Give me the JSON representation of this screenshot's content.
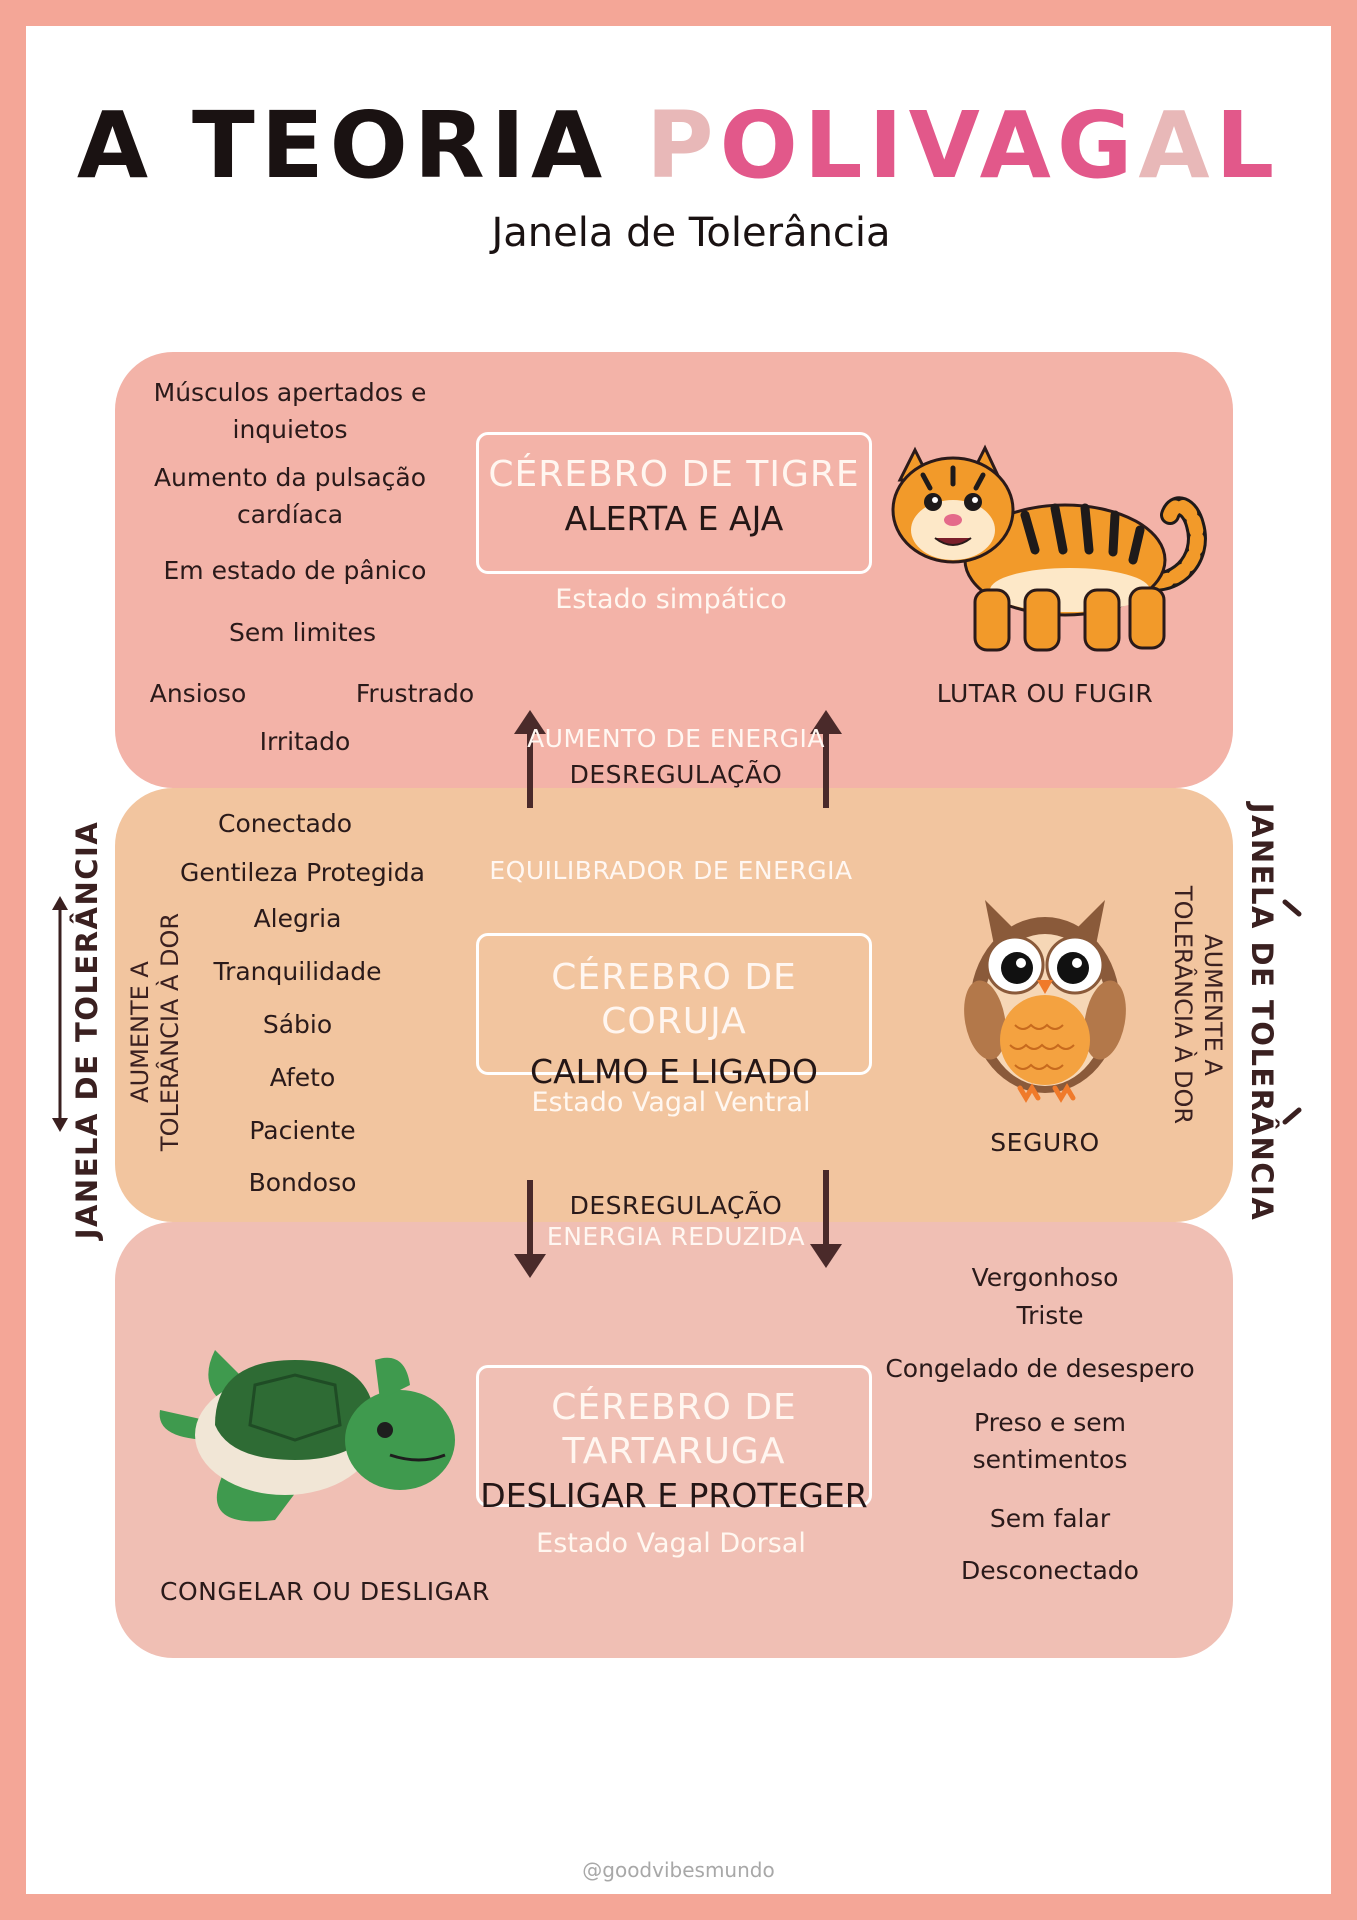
{
  "title": {
    "part1": "A TEORIA ",
    "part2": "P",
    "part3": "OLIVAG",
    "part4": "A",
    "part5": "L"
  },
  "subtitle": "Janela de Tolerância",
  "tiger": {
    "box_title": "CÉREBRO DE TIGRE",
    "box_subtitle": "ALERTA E AJA",
    "state": "Estado simpático",
    "action": "LUTAR OU FUGIR",
    "words": [
      "Músculos apertados e inquietos",
      "Aumento da pulsação cardíaca",
      "Em estado de pânico",
      "Sem limites",
      "Ansioso",
      "Frustrado",
      "Irritado"
    ]
  },
  "transition_up": {
    "line1": "AUMENTO DE ENERGIA",
    "line2": "DESREGULAÇÃO"
  },
  "owl": {
    "balancer": "EQUILIBRADOR DE ENERGIA",
    "box_title": "CÉREBRO DE CORUJA",
    "box_subtitle": "CALMO E LIGADO",
    "state": "Estado Vagal Ventral",
    "action": "SEGURO",
    "words": [
      "Conectado",
      "Gentileza Protegida",
      "Alegria",
      "Tranquilidade",
      "Sábio",
      "Afeto",
      "Paciente",
      "Bondoso"
    ]
  },
  "transition_down": {
    "line1": "DESREGULAÇÃO",
    "line2": "ENERGIA REDUZIDA"
  },
  "turtle": {
    "box_title": "CÉREBRO DE TARTARUGA",
    "box_subtitle": "DESLIGAR E PROTEGER",
    "state": "Estado Vagal Dorsal",
    "action": "CONGELAR OU DESLIGAR",
    "words": [
      "Vergonhoso",
      "Triste",
      "Congelado de desespero",
      "Preso e sem sentimentos",
      "Sem falar",
      "Desconectado"
    ]
  },
  "side": {
    "window_label": "JANELA DE TOLERÂNCIA",
    "increase_line1": "AUMENTE A",
    "increase_line2": "TOLERÂNCIA À DOR"
  },
  "footer": "@goodvibesmundo",
  "colors": {
    "tiger_band": "#f3b3a8",
    "owl_band": "#f2c59f",
    "turtle_band": "#f0bfb4",
    "frame": "#f4a697",
    "accent_pink": "#e2588a",
    "arrow": "#4a2a2a"
  },
  "icons": [
    "tiger-illustration",
    "owl-illustration",
    "turtle-illustration",
    "arrow-up-icon",
    "arrow-down-icon"
  ]
}
